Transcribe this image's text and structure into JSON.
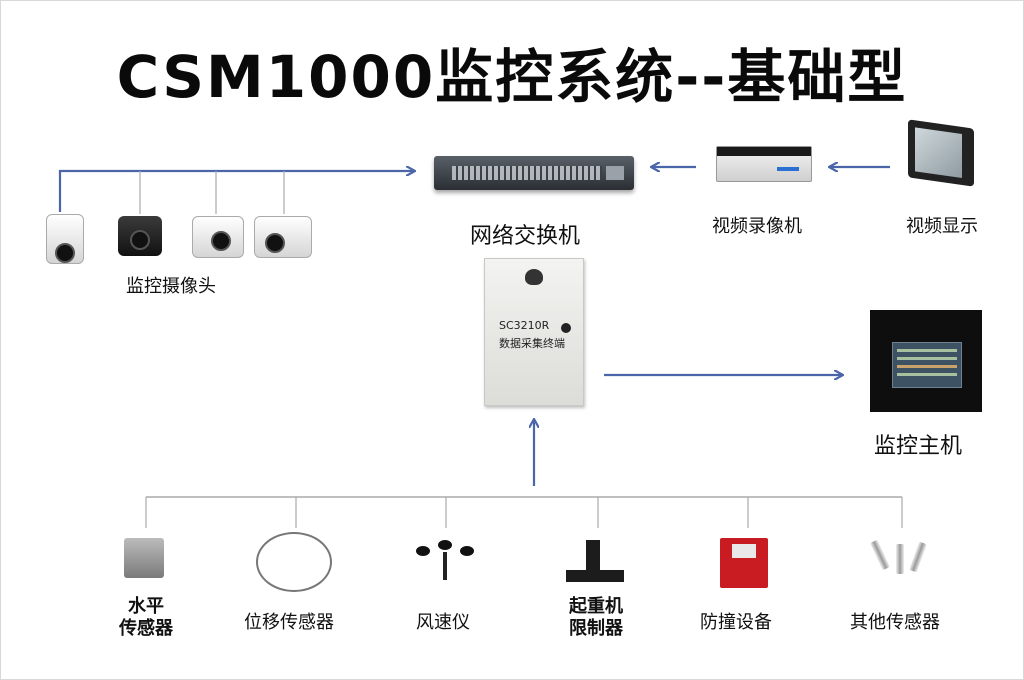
{
  "title": "CSM1000监控系统--基础型",
  "nodes": {
    "cameras": "监控摄像头",
    "switch": "网络交换机",
    "nvr": "视频录像机",
    "display": "视频显示",
    "terminal_model": "SC3210R",
    "terminal_name": "数据采集终端",
    "host": "监控主机"
  },
  "sensors": [
    {
      "label_line1": "水平",
      "label_line2": "传感器"
    },
    {
      "label_line1": "位移传感器",
      "label_line2": ""
    },
    {
      "label_line1": "风速仪",
      "label_line2": ""
    },
    {
      "label_line1": "起重机",
      "label_line2": "限制器"
    },
    {
      "label_line1": "防撞设备",
      "label_line2": ""
    },
    {
      "label_line1": "其他传感器",
      "label_line2": ""
    }
  ],
  "colors": {
    "connector": "#4a66a8",
    "device_red": "#c81b22"
  }
}
